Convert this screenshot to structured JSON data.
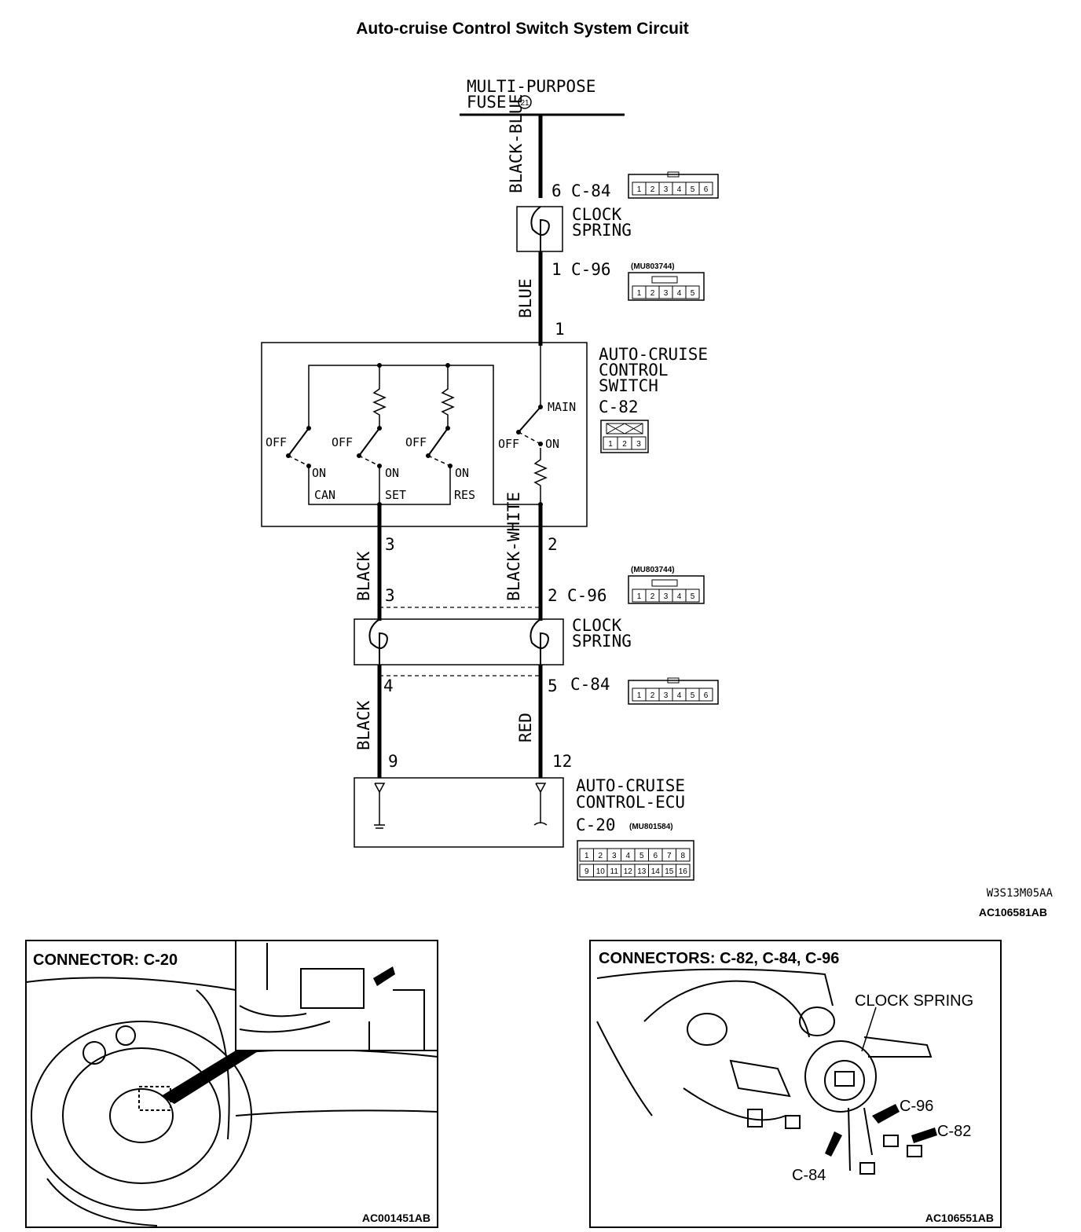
{
  "title": "Auto-cruise Control Switch System Circuit",
  "fuse": {
    "line1": "MULTI-PURPOSE",
    "line2": "FUSE",
    "number": "21"
  },
  "wires": {
    "black_blue": "BLACK-BLUE",
    "blue": "BLUE",
    "black_top": "BLACK",
    "black_white": "BLACK-WHITE",
    "black_bottom": "BLACK",
    "red": "RED"
  },
  "pins": {
    "c84_top": "6",
    "c96_top": "1",
    "switch_in": "1",
    "switch_left_out": "3",
    "switch_right_out": "2",
    "c96_left": "3",
    "c96_right": "2",
    "c84_left": "4",
    "c84_right": "5",
    "ecu_left": "9",
    "ecu_right": "12"
  },
  "connector_labels": {
    "c84_a": "C-84",
    "c96_a": "C-96",
    "c82": "C-82",
    "c96_b": "C-96",
    "c84_b": "C-84",
    "c20": "C-20"
  },
  "components": {
    "clock_spring_1": "CLOCK SPRING",
    "clock_spring_2": "CLOCK SPRING",
    "switch_l1": "AUTO-CRUISE",
    "switch_l2": "CONTROL",
    "switch_l3": "SWITCH",
    "ecu_l1": "AUTO-CRUISE",
    "ecu_l2": "CONTROL-ECU"
  },
  "part_numbers": {
    "c96_a": "(MU803744)",
    "c96_b": "(MU803744)",
    "c20": "(MU801584)"
  },
  "switch_labels": {
    "off": "OFF",
    "on": "ON",
    "main": "MAIN",
    "can": "CAN",
    "set": "SET",
    "res": "RES"
  },
  "connector_pins": {
    "six": [
      "1",
      "2",
      "3",
      "4",
      "5",
      "6"
    ],
    "five": [
      "1",
      "2",
      "3",
      "4",
      "5"
    ],
    "three": [
      "1",
      "2",
      "3"
    ],
    "sixteen_top": [
      "1",
      "2",
      "3",
      "4",
      "5",
      "6",
      "7",
      "8"
    ],
    "sixteen_bottom": [
      "9",
      "10",
      "11",
      "12",
      "13",
      "14",
      "15",
      "16"
    ]
  },
  "codes": {
    "drawing": "W3S13M05AA",
    "figure": "AC106581AB"
  },
  "panel_left": {
    "title": "CONNECTOR: C-20",
    "code": "AC001451AB"
  },
  "panel_right": {
    "title": "CONNECTORS: C-82, C-84, C-96",
    "clock_spring": "CLOCK SPRING",
    "c96": "C-96",
    "c82": "C-82",
    "c84": "C-84",
    "code": "AC106551AB"
  }
}
